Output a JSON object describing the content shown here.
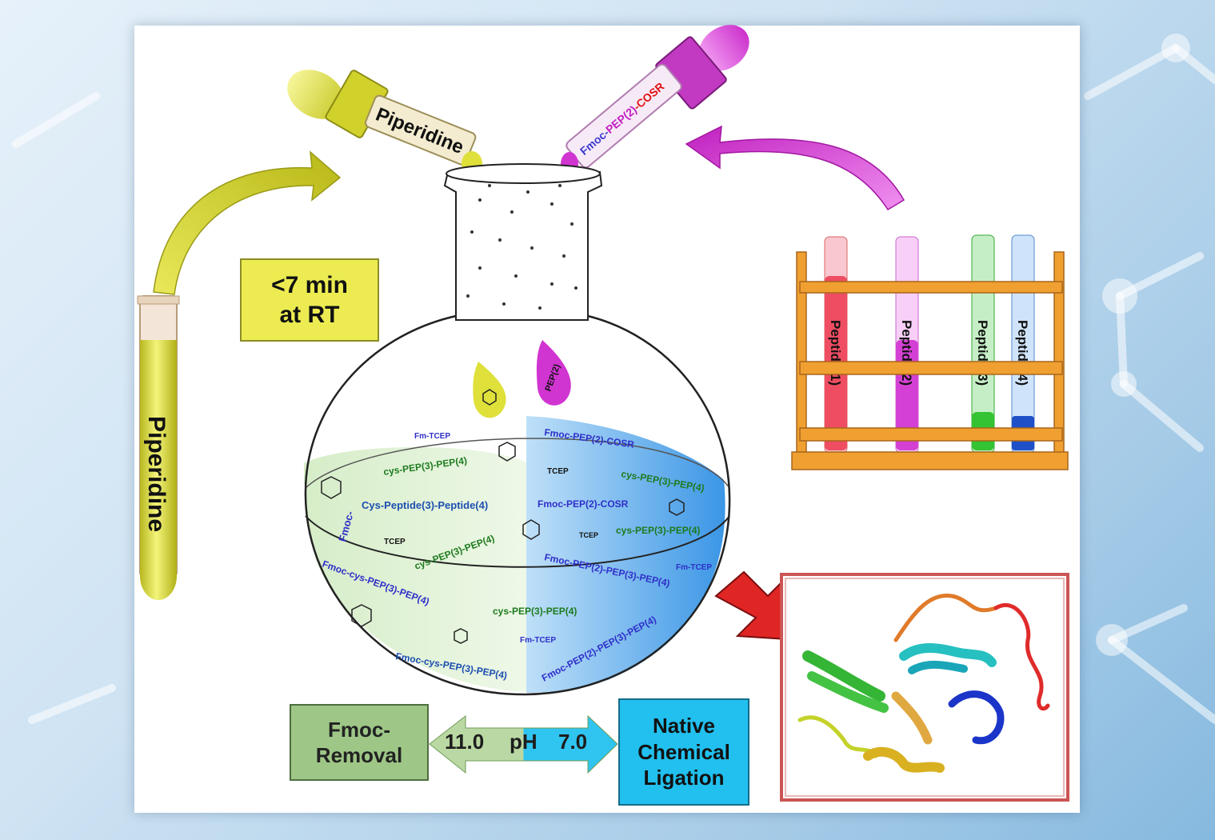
{
  "tubes": {
    "piperidine_tube": "Piperidine",
    "dropper_left": "Piperidine",
    "dropper_right_parts": [
      "Fmoc-",
      "PEP(2)",
      "-COSR"
    ],
    "rack_tubes": [
      "Peptide(1)",
      "Peptide(2)",
      "Peptide(3)",
      "Peptide(4)"
    ]
  },
  "conditions": {
    "line1": "<7 min",
    "line2": "at RT"
  },
  "flask": {
    "drop_label": "PEP(2)",
    "left_texts": [
      "Fm-TCEP",
      "cys-PEP(3)-PEP(4)",
      "Cys-Peptide(3)-Peptide(4)",
      "Fmoc-",
      "TCEP",
      "cys-PEP(3)-PEP(4)",
      "Fmoc-cys-PEP(3)-PEP(4)",
      "cys-PEP(3)-PEP(4)",
      "Fm-TCEP",
      "Fmoc-cys-PEP(3)-PEP(4)"
    ],
    "right_texts": [
      "Fmoc-PEP(2)-COSR",
      "TCEP",
      "cys-PEP(3)-PEP(4)",
      "Fmoc-PEP(2)-COSR",
      "TCEP",
      "cys-PEP(3)-PEP(4)",
      "Fmoc-PEP(2)-PEP(3)-PEP(4)",
      "Fm-TCEP",
      "Fmoc-PEP(2)-PEP(3)-PEP(4)"
    ]
  },
  "bottom": {
    "left_box": [
      "Fmoc-",
      "Removal"
    ],
    "ph_left": "11.0",
    "ph_mid": "pH",
    "ph_right": "7.0",
    "right_box": [
      "Native",
      "Chemical",
      "Ligation"
    ]
  },
  "colors": {
    "yellow": "#d8d935",
    "magenta": "#c83ac8",
    "green_box": "#9ec787",
    "blue_box": "#21c0ee",
    "orange_rack": "#f0a030",
    "red_arrow": "#e02525"
  }
}
